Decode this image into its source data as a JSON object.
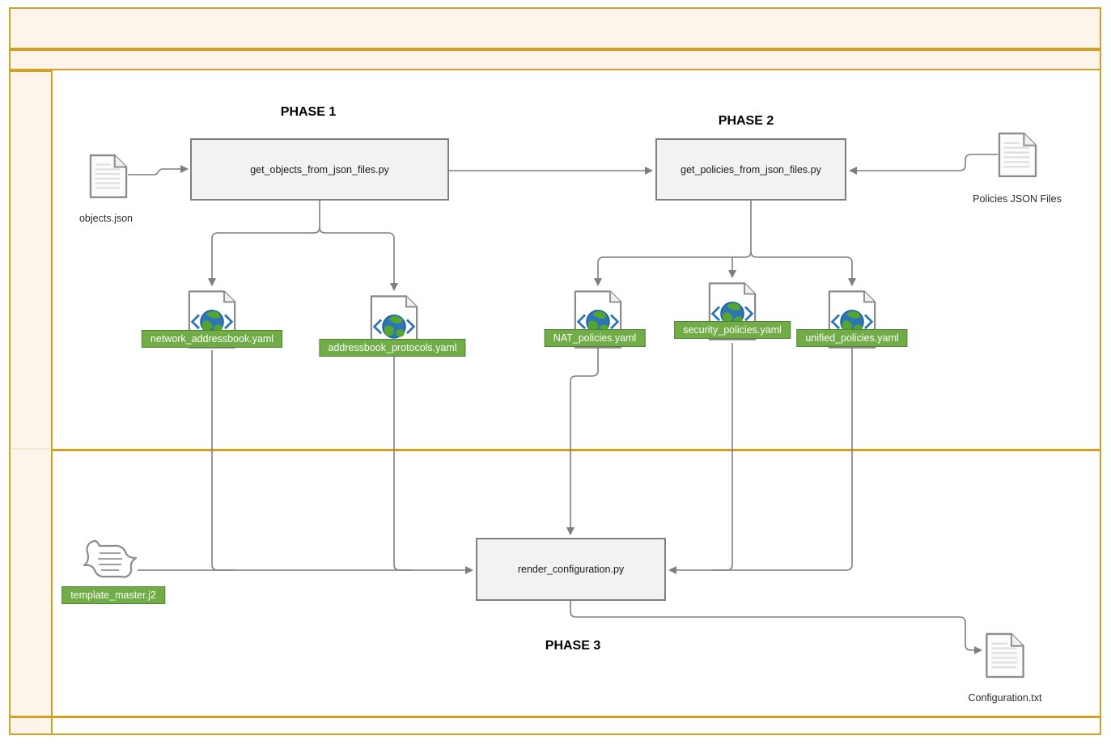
{
  "diagram": {
    "phases": [
      {
        "label": "PHASE 1"
      },
      {
        "label": "PHASE 2"
      },
      {
        "label": "PHASE 3"
      }
    ],
    "processes": [
      {
        "label": "get_objects_from_json_files.py"
      },
      {
        "label": "get_policies_from_json_files.py"
      },
      {
        "label": "render_configuration.py"
      }
    ],
    "input_files": [
      {
        "label": "objects.json"
      },
      {
        "label": "Policies JSON Files"
      }
    ],
    "output_file": {
      "label": "Configuration.txt"
    },
    "yaml_files": [
      {
        "label": "network_addressbook.yaml"
      },
      {
        "label": "addressbook_protocols.yaml"
      },
      {
        "label": "NAT_policies.yaml"
      },
      {
        "label": "security_policies.yaml"
      },
      {
        "label": "unified_policies.yaml"
      }
    ],
    "template_file": {
      "label": "template_master.j2"
    },
    "colors": {
      "frame_gold": "#D5A021",
      "lane_cream": "#FDF5EB",
      "process_fill": "#F2F2F2",
      "process_border": "#7F7F7F",
      "label_green": "#70AD47",
      "label_green_border": "#538135",
      "connector_gray": "#7F7F7F",
      "globe_blue": "#2E75B6",
      "globe_land_green": "#55A630"
    }
  }
}
